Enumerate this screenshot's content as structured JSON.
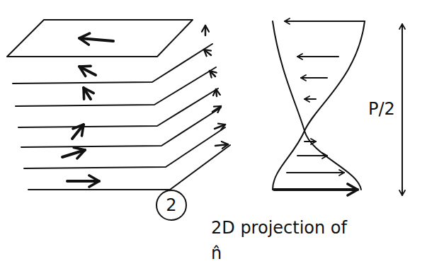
{
  "diagram": {
    "nodes": [
      {
        "text": [
          "2"
        ]
      }
    ],
    "labels": [
      "P/2",
      "2D projection of n̂"
    ]
  }
}
